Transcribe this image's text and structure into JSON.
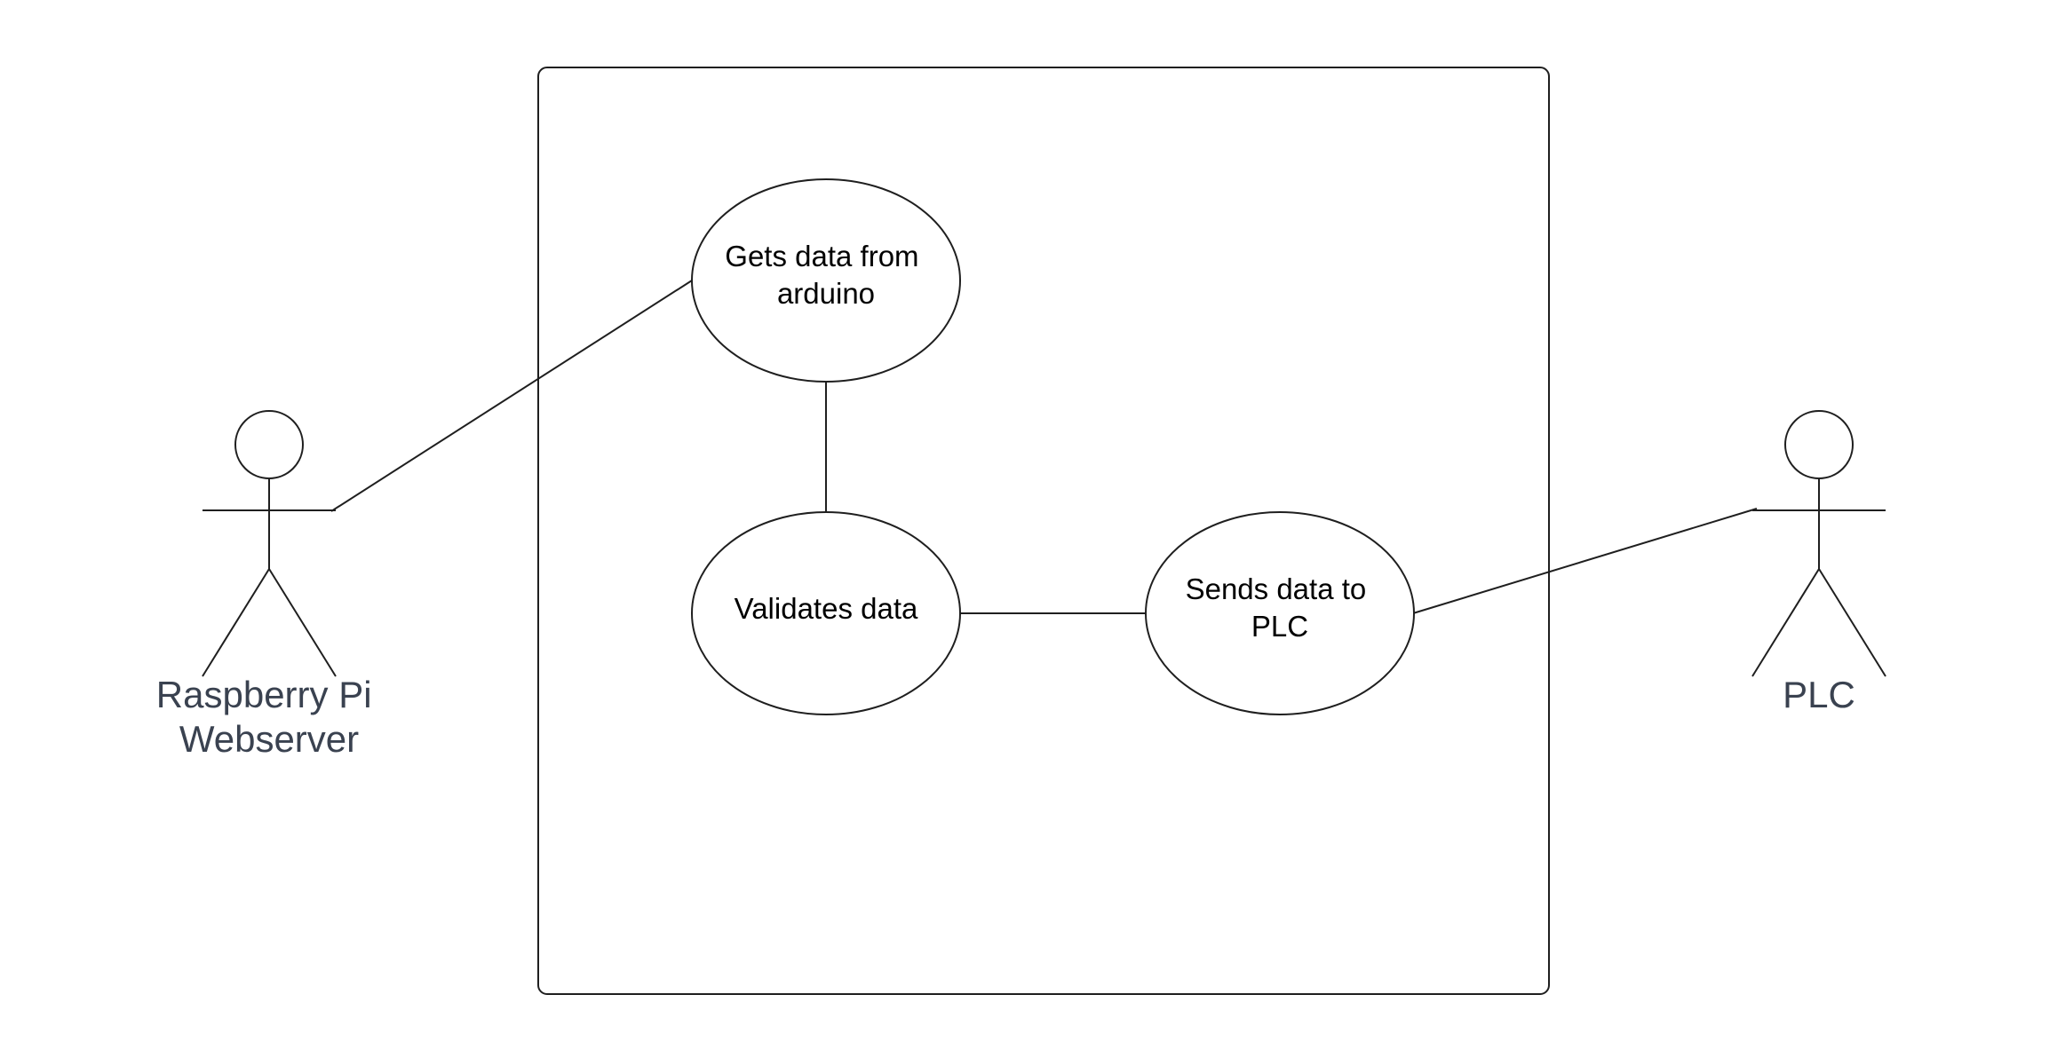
{
  "use_cases": [
    {
      "id": "get-data",
      "lines": [
        "Gets data from",
        "arduino"
      ]
    },
    {
      "id": "validate",
      "lines": [
        "Validates data"
      ]
    },
    {
      "id": "send-plc",
      "lines": [
        "Sends data to",
        "PLC"
      ]
    }
  ],
  "actors": [
    {
      "id": "raspberry-pi-webserver",
      "lines": [
        "Raspberry Pi",
        "Webserver"
      ]
    },
    {
      "id": "plc",
      "lines": [
        "PLC"
      ]
    }
  ],
  "colors": {
    "stroke": "#1f1f1f",
    "use_case_text": "#000000",
    "actor_text": "#3a4250",
    "background": "#ffffff"
  }
}
